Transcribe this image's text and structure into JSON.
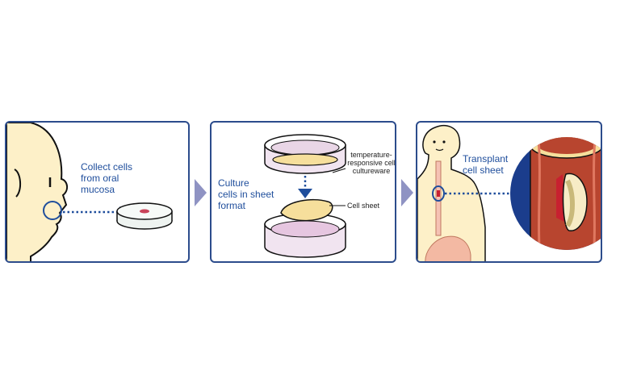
{
  "steps": [
    {
      "label": "Collect cells\nfrom oral\nmucosa"
    },
    {
      "label": "Culture\ncells in sheet\nformat",
      "annotations": {
        "cultureware": "temperature-\nresponsive cell\ncultureware",
        "cell_sheet": "Cell sheet"
      }
    },
    {
      "label": "Transplant\ncell sheet"
    }
  ],
  "colors": {
    "border": "#2c4c8c",
    "text": "#1f4e9c",
    "skin": "#fdf0c8",
    "arrow": "#8f93c3",
    "zoom_bg": "#1b3d8c"
  }
}
